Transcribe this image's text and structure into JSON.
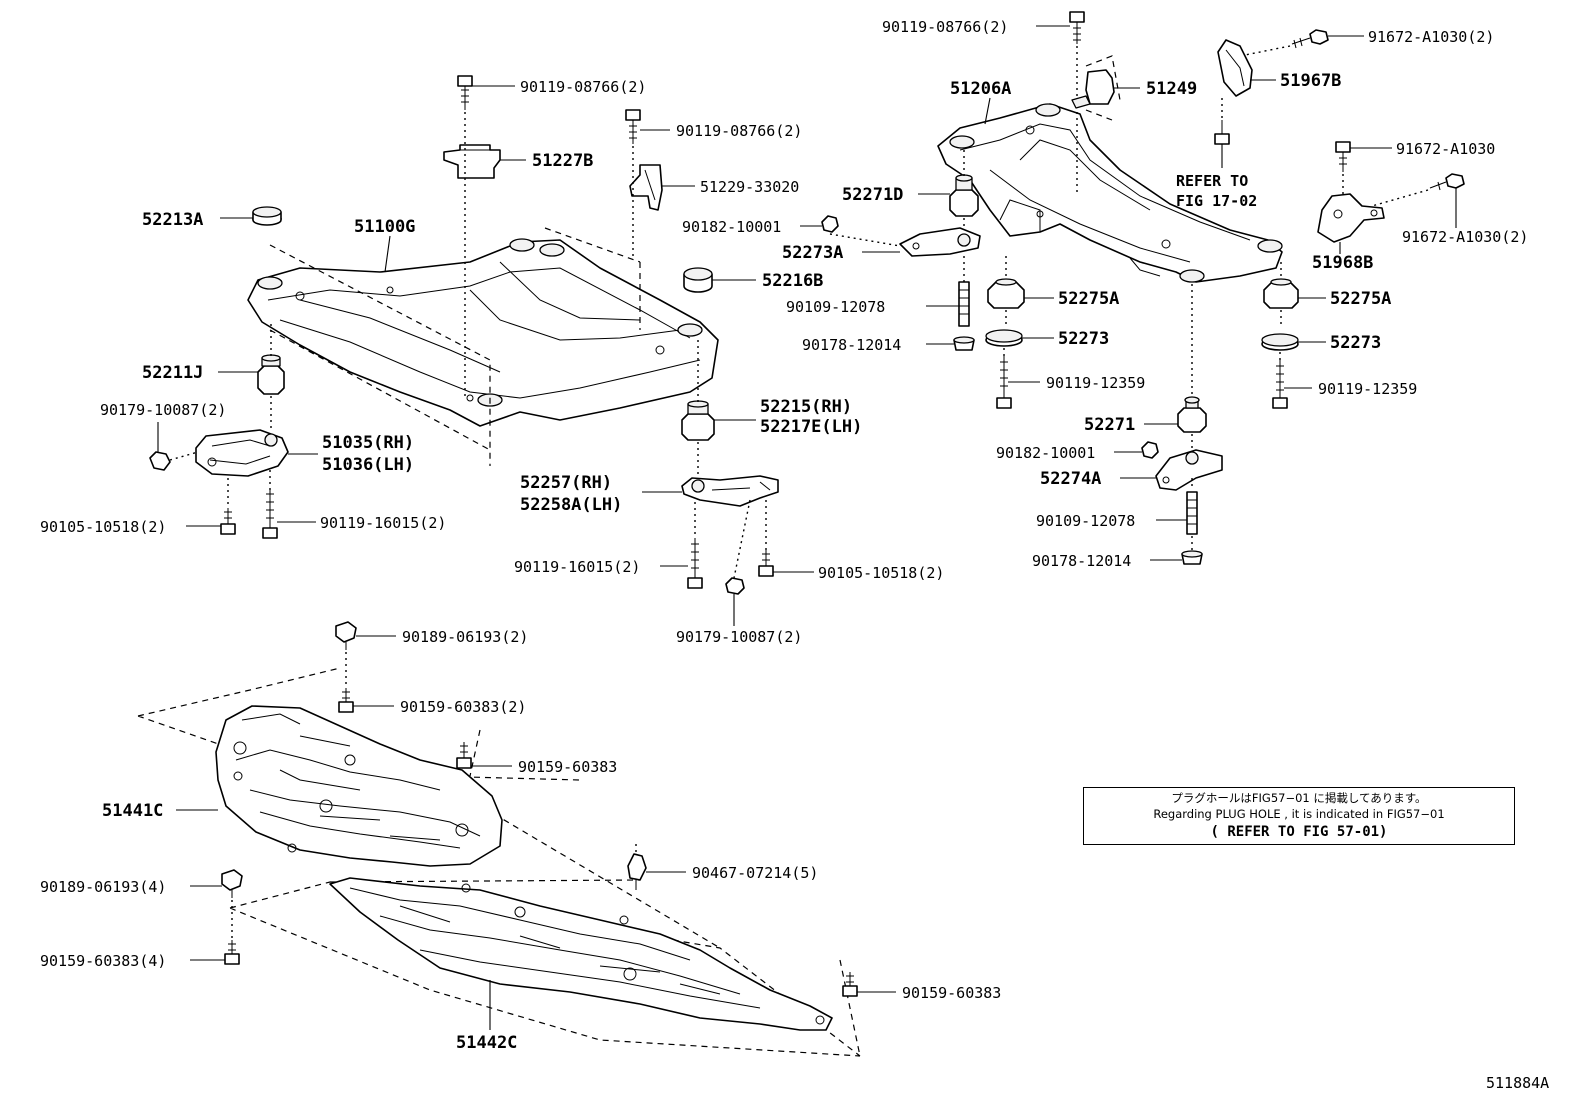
{
  "figure_id": "511884A",
  "notice": {
    "line_jp": "プラグホールはFIG57−01 に掲載してあります。",
    "line_en": "Regarding  PLUG HOLE , it is  indicated  in FIG57−01",
    "line_ref": "( REFER TO FIG 57-01)"
  },
  "labels": {
    "l90119_08766_2_top": "90119-08766(2)",
    "l91672_A1030_2_top": "91672-A1030(2)",
    "l51206A": "51206A",
    "l51249": "51249",
    "l51967B": "51967B",
    "l90119_08766_2_mid": "90119-08766(2)",
    "l90119_08766_2_b": "90119-08766(2)",
    "l51227B": "51227B",
    "l51229_33020": "51229-33020",
    "l52213A": "52213A",
    "l51100G": "51100G",
    "l90182_10001_a": "90182-10001",
    "l52271D": "52271D",
    "l52273A": "52273A",
    "l52216B": "52216B",
    "l90109_12078_a": "90109-12078",
    "l90178_12014_a": "90178-12014",
    "l52275A_a": "52275A",
    "l52273_a": "52273",
    "l90119_12359_a": "90119-12359",
    "l91672_A1030": "91672-A1030",
    "l91672_A1030_2_b": "91672-A1030(2)",
    "l51968B": "51968B",
    "refer_line1": "REFER TO",
    "refer_line2": "FIG 17-02",
    "l52275A_b": "52275A",
    "l52273_b": "52273",
    "l90119_12359_b": "90119-12359",
    "l52211J": "52211J",
    "l90179_10087_2_a": "90179-10087(2)",
    "l51035": "51035(RH)",
    "l51036": "51036(LH)",
    "l52215": "52215(RH)",
    "l52217E": "52217E(LH)",
    "l52271": "52271",
    "l90182_10001_b": "90182-10001",
    "l52274A": "52274A",
    "l90109_12078_b": "90109-12078",
    "l90178_12014_b": "90178-12014",
    "l52257": "52257(RH)",
    "l52258A": "52258A(LH)",
    "l90105_10518_2_a": "90105-10518(2)",
    "l90119_16015_2_a": "90119-16015(2)",
    "l90119_16015_2_b": "90119-16015(2)",
    "l90105_10518_2_b": "90105-10518(2)",
    "l90179_10087_2_b": "90179-10087(2)",
    "l90189_06193_2": "90189-06193(2)",
    "l90159_60383_2": "90159-60383(2)",
    "l90159_60383_a": "90159-60383",
    "l51441C": "51441C",
    "l90467_07214_5": "90467-07214(5)",
    "l90189_06193_4": "90189-06193(4)",
    "l90159_60383_4": "90159-60383(4)",
    "l90159_60383_b": "90159-60383",
    "l51442C": "51442C"
  }
}
